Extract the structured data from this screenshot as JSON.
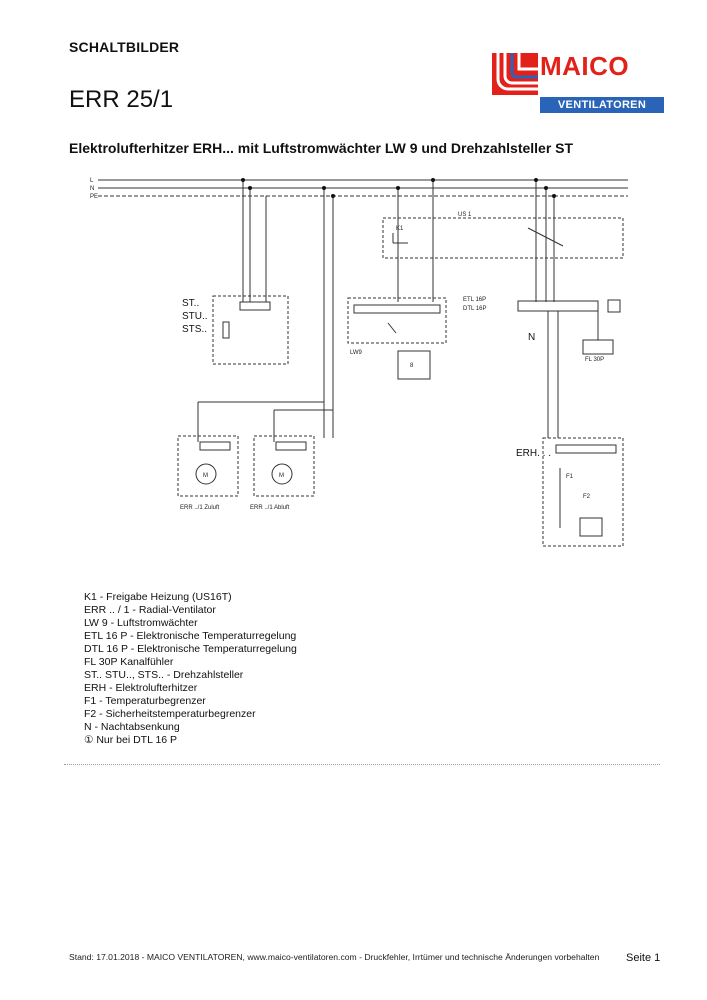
{
  "header": {
    "section": "SCHALTBILDER",
    "model": "ERR 25/1"
  },
  "logo": {
    "brand": "MAICO",
    "tagline": "VENTILATOREN",
    "colors": {
      "red": "#e3211b",
      "blue": "#2a64b8"
    }
  },
  "heading": "Elektrolufterhitzer ERH... mit Luftstromwächter LW 9 und Drehzahlsteller ST",
  "diagram": {
    "bus_labels": [
      "L",
      "N",
      "PE"
    ],
    "st_labels": [
      "ST..",
      "STU..",
      "STS.."
    ],
    "us_label": "US 1",
    "k1_label": "K1",
    "lw_label": "LW9",
    "lw_sub": "8",
    "etl_label": "ETL 16P",
    "dtl_label": "DTL 16P",
    "n_label": "N",
    "fl_label": "FL 30P",
    "erh_label": "ERH. . .",
    "f1_label": "F1",
    "f2_label": "F2",
    "motor_label": "M",
    "fan_supply": "ERR ../1 Zuluft",
    "fan_exhaust": "ERR ../1 Abluft"
  },
  "legend": [
    "K1 - Freigabe Heizung (US16T)",
    "ERR .. / 1 - Radial-Ventilator",
    "LW 9 - Luftstromwächter",
    "ETL 16 P - Elektronische Temperaturregelung",
    "DTL 16 P - Elektronische Temperaturregelung",
    "FL 30P Kanalfühler",
    "ST.. STU.., STS.. - Drehzahlsteller",
    "ERH - Elektrolufterhitzer",
    "F1 - Temperaturbegrenzer",
    "F2 - Sicherheitstemperaturbegrenzer",
    "N - Nachtabsenkung",
    "① Nur bei DTL 16 P"
  ],
  "footer": {
    "text": "Stand: 17.01.2018 - MAICO VENTILATOREN, www.maico-ventilatoren.com - Druckfehler, Irrtümer und technische Änderungen vorbehalten",
    "page": "Seite 1"
  }
}
